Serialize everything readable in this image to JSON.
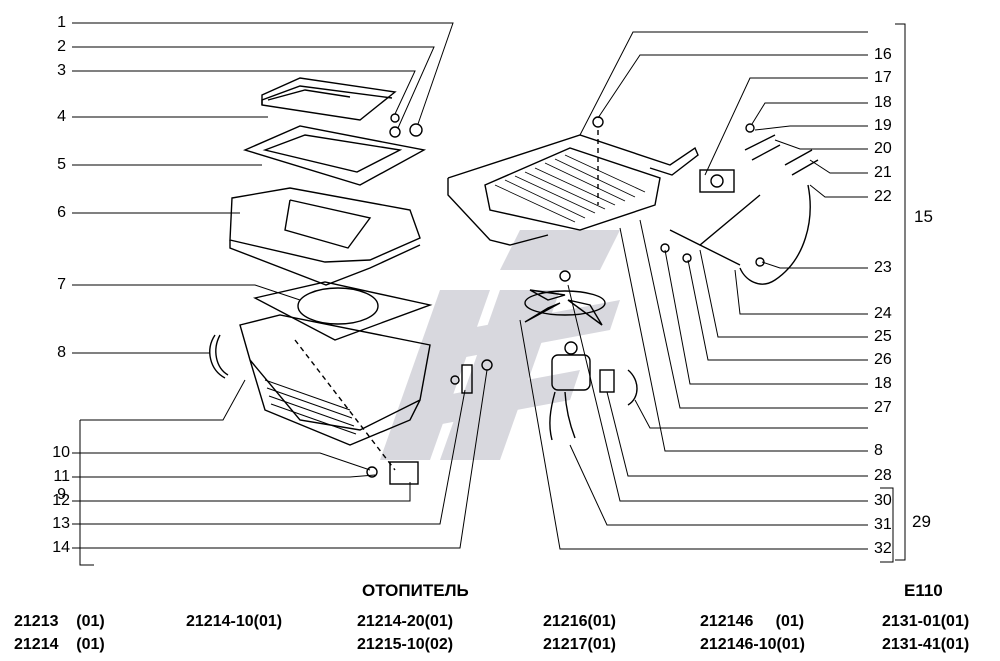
{
  "title": "ОТОПИТЕЛЬ",
  "catalog_code": "E110",
  "callouts_left": [
    "1",
    "2",
    "3",
    "4",
    "5",
    "6",
    "7",
    "8",
    "9",
    "10",
    "11",
    "12",
    "13",
    "14"
  ],
  "callouts_right": [
    "16",
    "17",
    "18",
    "19",
    "20",
    "21",
    "22",
    "23",
    "24",
    "25",
    "26",
    "18",
    "27",
    "8",
    "28",
    "30",
    "31",
    "32"
  ],
  "group_labels": {
    "g15": "15",
    "g29": "29"
  },
  "models": [
    [
      "21213",
      "(01)"
    ],
    [
      "21214",
      "(01)"
    ],
    [
      "21214-10(01)"
    ],
    [
      "21214-20(01)"
    ],
    [
      "21215-10(02)"
    ],
    [
      "21216(01)"
    ],
    [
      "21217(01)"
    ],
    [
      "212146",
      "(01)"
    ],
    [
      "212146-10(01)"
    ],
    [
      "2131-01(01)"
    ],
    [
      "2131-41(01)"
    ]
  ]
}
